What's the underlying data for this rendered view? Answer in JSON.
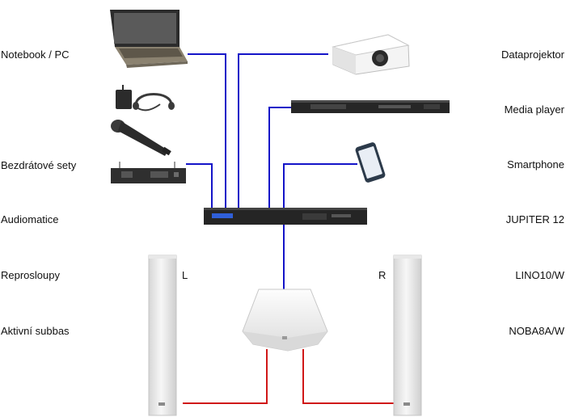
{
  "left_labels": [
    "Notebook / PC",
    "Bezdrátové sety",
    "Audiomatice",
    "Reprosloupy",
    "Aktivní subbas"
  ],
  "right_labels": [
    "Dataprojektor",
    "Media player",
    "Smartphone",
    "JUPITER 12",
    "LINO10/W",
    "NOBA8A/W"
  ],
  "channels": {
    "left": "L",
    "right": "R"
  },
  "colors": {
    "signal": "#1414c8",
    "speaker_cable": "#d01818",
    "device_dark": "#2a2a2a",
    "device_light": "#eeeeee"
  }
}
